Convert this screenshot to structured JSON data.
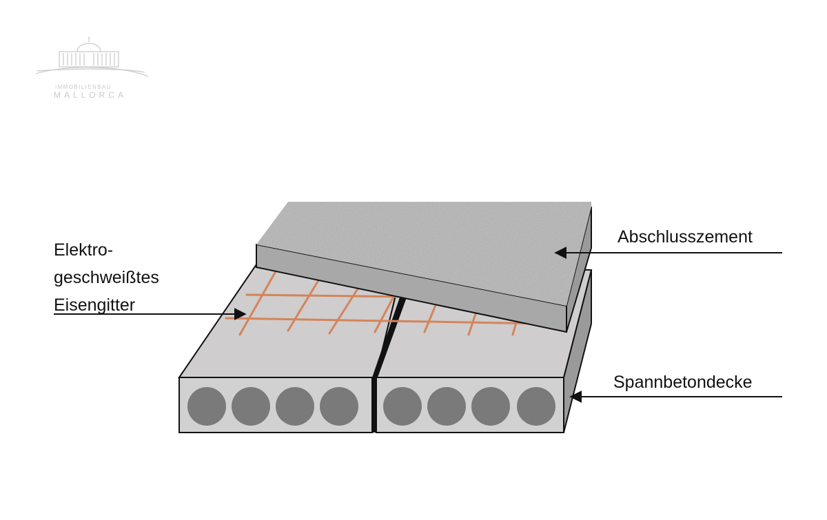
{
  "logo": {
    "line1": "IMMOBILIENBAU",
    "line2": "MALLORCA",
    "icon": "palace-building-icon"
  },
  "labels": {
    "mesh_line1": "Elektro-",
    "mesh_line2": "geschweißtes",
    "mesh_line3": "Eisengitter",
    "cement": "Abschlusszement",
    "slab": "Spannbetondecke"
  },
  "colors": {
    "concrete_top": "#cfcdcd",
    "concrete_front": "#d1d1d1",
    "hole": "#7a7a7a",
    "rebar": "#d4845a",
    "cement_top": "#b8b8b8",
    "cement_side": "#a9a9a9",
    "outline": "#111111",
    "logo": "#c9c9c9"
  }
}
